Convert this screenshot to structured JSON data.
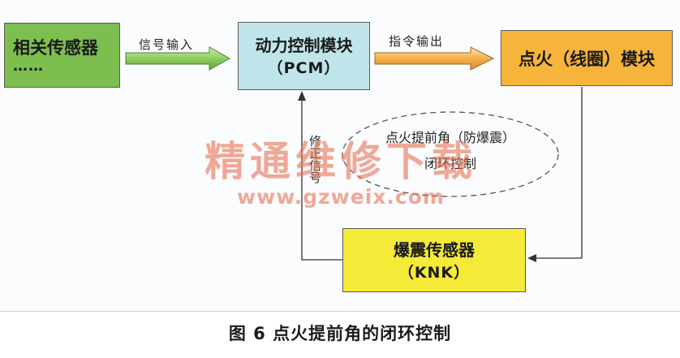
{
  "nodes": {
    "sensors": {
      "line1": "相关传感器",
      "line2": "……"
    },
    "pcm": {
      "line1": "动力控制模块",
      "line2": "（PCM）"
    },
    "ignition": {
      "line1": "点火（线圈）模块"
    },
    "knock_sensor": {
      "line1": "爆震传感器",
      "line2": "（KNK）"
    }
  },
  "edge_labels": {
    "signal_input": "信号输入",
    "command_output": "指令输出",
    "correction_signal": "修正信号"
  },
  "loop_note": {
    "line1": "点火提前角（防爆震）",
    "line2": "闭环控制"
  },
  "watermark": {
    "line1": "精通维修下载",
    "line2": "www.gzweix.com"
  },
  "caption": "图 6 点火提前角的闭环控制",
  "colors": {
    "sensors_fill": "#7cbf4f",
    "pcm_fill": "#bfe5ea",
    "ignition_fill": "#f6b53a",
    "knock_sensor_fill": "#f4ea37",
    "input_arrow_fill": "#8fce62",
    "output_arrow_fill": "#f5b04a",
    "watermark": "#e87052"
  }
}
